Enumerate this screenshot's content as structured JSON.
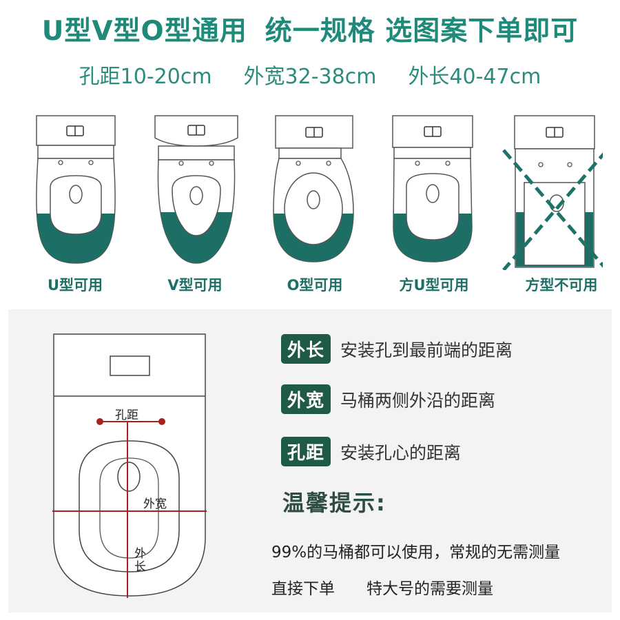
{
  "header": {
    "title_part1": "U型V型O型通用",
    "title_part2": "统一规格 选图案下单即可",
    "specs": [
      "孔距10-20cm",
      "外宽32-38cm",
      "外长40-47cm"
    ]
  },
  "toilets": [
    {
      "type": "u",
      "label": "U型可用"
    },
    {
      "type": "v",
      "label": "V型可用"
    },
    {
      "type": "o",
      "label": "O型可用"
    },
    {
      "type": "square-u",
      "label": "方U型可用"
    },
    {
      "type": "square",
      "label": "方型不可用"
    }
  ],
  "colors": {
    "accent": "#1f8a7a",
    "seat_fill": "#1d6f66",
    "badge": "#1f5a46",
    "cross": "#1d7368",
    "measure_line": "#a8201a"
  },
  "diagram": {
    "hole_distance": "孔距",
    "outer_width": "外宽",
    "outer_length_1": "外",
    "outer_length_2": "长"
  },
  "terms": [
    {
      "badge": "外长",
      "desc": "安装孔到最前端的距离"
    },
    {
      "badge": "外宽",
      "desc": "马桶两侧外沿的距离"
    },
    {
      "badge": "孔距",
      "desc": "安装孔心的距离"
    }
  ],
  "tips": {
    "title": "温馨提示:",
    "line1": "99%的马桶都可以使用，常规的无需测量",
    "line2a": "直接下单",
    "line2b": "特大号的需要测量"
  }
}
